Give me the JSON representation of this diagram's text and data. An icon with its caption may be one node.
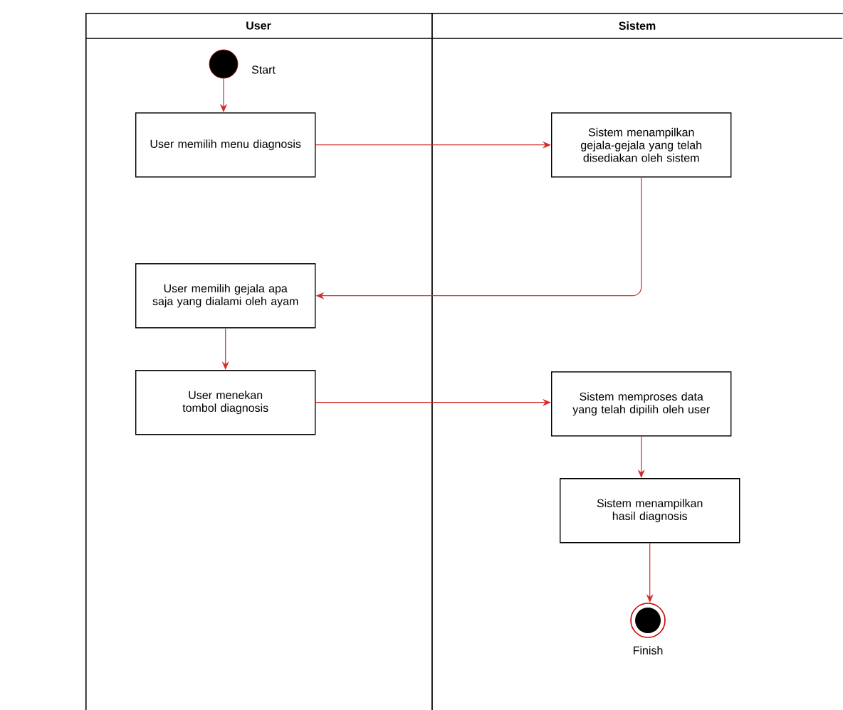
{
  "diagram": {
    "nodes": [
      {
        "text": [
          "User"
        ]
      },
      {
        "text": [
          "Sistem"
        ]
      },
      {
        "text": [],
        "shape": "circle",
        "in": 0,
        "beside": [
          "Start"
        ]
      },
      {
        "text": [
          "User memilih menu diagnosis"
        ],
        "in": 0
      },
      {
        "text": [
          "Sistem menampilkan gejala-gejala yang telah disediakan oleh sistem"
        ],
        "in": 1
      },
      {
        "text": [
          "User memilih gejala apa saja yang dialami oleh ayam"
        ],
        "in": 0
      },
      {
        "text": [
          "User menekan tombol diagnosis"
        ],
        "in": 0
      },
      {
        "text": [
          "Sistem memproses data yang telah dipilih oleh user"
        ],
        "in": 1
      },
      {
        "text": [
          "Sistem menampilkan hasil diagnosis"
        ],
        "in": 1
      },
      {
        "text": [],
        "shape": "circle",
        "in": 1,
        "beside": [
          "Finish"
        ]
      }
    ],
    "edges": [
      {
        "from": 2,
        "to": 3,
        "arrow": "to",
        "color": "#d42a2a"
      },
      {
        "from": 3,
        "to": 4,
        "arrow": "to",
        "color": "#d42a2a"
      },
      {
        "from": 4,
        "to": 5,
        "arrow": "to",
        "color": "#d42a2a"
      },
      {
        "from": 5,
        "to": 6,
        "arrow": "to",
        "color": "#d42a2a"
      },
      {
        "from": 6,
        "to": 7,
        "arrow": "to",
        "color": "#d42a2a"
      },
      {
        "from": 7,
        "to": 8,
        "arrow": "to",
        "color": "#d42a2a"
      },
      {
        "from": 8,
        "to": 9,
        "arrow": "to",
        "color": "#d42a2a"
      }
    ]
  }
}
